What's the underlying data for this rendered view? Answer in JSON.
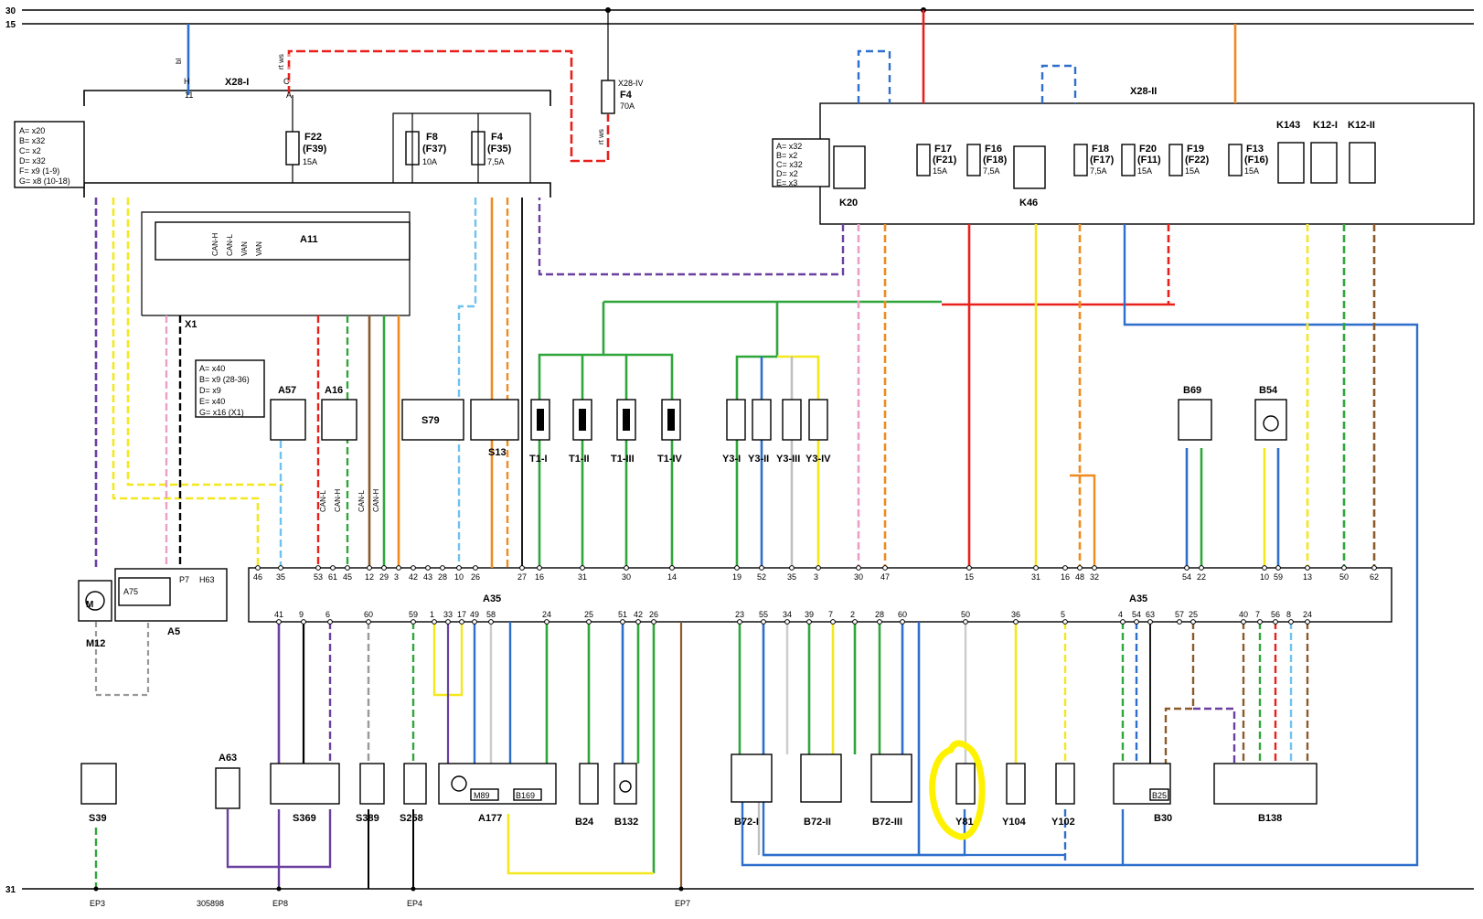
{
  "rails": {
    "r30": "30",
    "r15": "15",
    "r31": "31"
  },
  "connectors": {
    "x28i": "X28-I",
    "x28ii": "X28-II",
    "x28iv": "X28-IV",
    "x1": "X1"
  },
  "fuses": {
    "f4main": {
      "name": "F4",
      "rating": "70A"
    },
    "f22": {
      "name": "F22",
      "alt": "(F39)",
      "rating": "15A"
    },
    "f8": {
      "name": "F8",
      "alt": "(F37)",
      "rating": "10A"
    },
    "f4": {
      "name": "F4",
      "alt": "(F35)",
      "rating": "7,5A"
    },
    "f17": {
      "name": "F17",
      "alt": "(F21)",
      "rating": "15A"
    },
    "f16": {
      "name": "F16",
      "alt": "(F18)",
      "rating": "7,5A"
    },
    "f18": {
      "name": "F18",
      "alt": "(F17)",
      "rating": "7,5A"
    },
    "f20": {
      "name": "F20",
      "alt": "(F11)",
      "rating": "15A"
    },
    "f19": {
      "name": "F19",
      "alt": "(F22)",
      "rating": "15A"
    },
    "f13": {
      "name": "F13",
      "alt": "(F16)",
      "rating": "15A"
    }
  },
  "relays": {
    "k20": "K20",
    "k46": "K46",
    "k143": "K143",
    "k12i": "K12-I",
    "k12ii": "K12-II"
  },
  "legend1": [
    "A= x20",
    "B= x32",
    "C= x2",
    "D= x32",
    "F= x9 (1-9)",
    "G= x8 (10-18)"
  ],
  "legend2": [
    "A= x32",
    "B= x2",
    "C= x32",
    "D= x2",
    "E= x3"
  ],
  "legend3": [
    "A= x40",
    "B= x9 (28-36)",
    "D= x9",
    "E= x40",
    "G= x16 (X1)"
  ],
  "modules": {
    "a11": "A11",
    "a35": "A35",
    "a5": "A5",
    "a75": "A75",
    "a57": "A57",
    "a16": "A16",
    "s79": "S79",
    "s13": "S13",
    "m12": "M12",
    "p7": "P7",
    "h63": "H63",
    "b69": "B69",
    "b54": "B54",
    "a63": "A63",
    "s39": "S39",
    "s369": "S369",
    "s389": "S389",
    "s258": "S258",
    "a177": "A177",
    "m89": "M89",
    "b169": "B169",
    "b24": "B24",
    "b132": "B132",
    "b72i": "B72-I",
    "b72ii": "B72-II",
    "b72iii": "B72-III",
    "y81": "Y81",
    "y104": "Y104",
    "y102": "Y102",
    "b30": "B30",
    "b25": "B25",
    "b138": "B138"
  },
  "a11_signals": [
    "CAN-H",
    "CAN-L",
    "VAN",
    "VAN"
  ],
  "can_labels": [
    "CAN-L",
    "CAN-H",
    "CAN-L",
    "CAN-H"
  ],
  "injectors": [
    "T1-I",
    "T1-II",
    "T1-III",
    "T1-IV"
  ],
  "valves": [
    "Y3-I",
    "Y3-II",
    "Y3-III",
    "Y3-IV"
  ],
  "ground_points": [
    "EP3",
    "EP8",
    "EP4",
    "EP7"
  ],
  "doc_number": "305898",
  "wire_colors": {
    "blue": "#2e6fcc",
    "red": "#e8201c",
    "orange": "#ef8b1e",
    "yellow": "#f3e81d",
    "green": "#2fa63a",
    "purple": "#6a3fa0",
    "brown": "#8a5a2b",
    "gray": "#bfbfbf",
    "lightblue": "#6fc3ee",
    "pink": "#e7a1c6",
    "black": "#000000",
    "highlight": "#fff200"
  },
  "a35_top_pins": [
    "46",
    "35",
    "53",
    "61",
    "45",
    "12",
    "29",
    "3",
    "42",
    "43",
    "28",
    "10",
    "26",
    "27",
    "16",
    "31",
    "30",
    "14",
    "19",
    "52",
    "35",
    "3",
    "30",
    "47",
    "15",
    "31",
    "16",
    "48",
    "32",
    "54",
    "22",
    "10",
    "59",
    "13",
    "50",
    "62"
  ],
  "a35_bottom_pins": [
    "41",
    "9",
    "6",
    "60",
    "59",
    "1",
    "33",
    "17",
    "49",
    "58",
    "24",
    "25",
    "51",
    "42",
    "26",
    "23",
    "55",
    "34",
    "39",
    "7",
    "2",
    "28",
    "60",
    "50",
    "36",
    "5",
    "4",
    "54",
    "63",
    "57",
    "25",
    "40",
    "7",
    "56",
    "8",
    "24"
  ]
}
